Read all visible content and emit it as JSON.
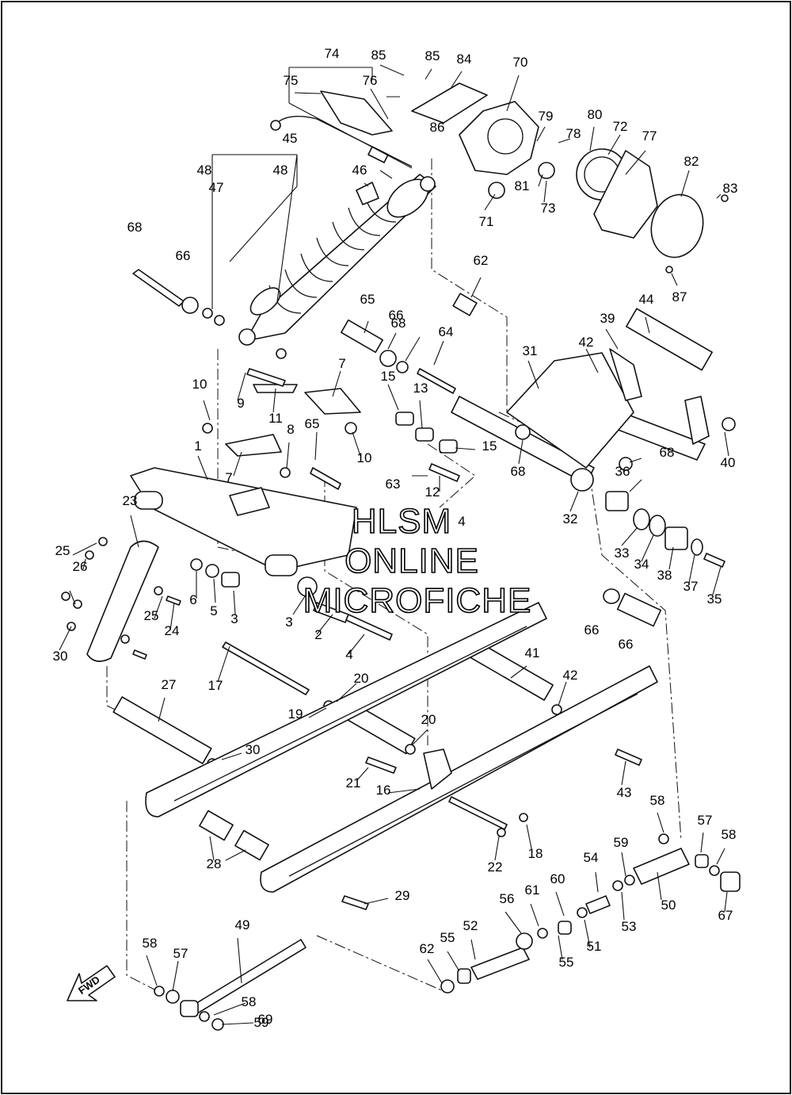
{
  "figure": {
    "type": "exploded parts diagram",
    "subject": "rear suspension",
    "background": "#ffffff",
    "line_color": "#111111"
  },
  "watermark": {
    "lines": [
      "HLSM",
      "ONLINE",
      "MICROFICHE"
    ]
  },
  "direction_marker": {
    "label": "FWD",
    "icon": "arrow-icon"
  },
  "callouts": [
    "1",
    "2",
    "3",
    "3",
    "4",
    "4",
    "5",
    "6",
    "7",
    "7",
    "8",
    "9",
    "10",
    "10",
    "11",
    "12",
    "13",
    "15",
    "15",
    "16",
    "17",
    "18",
    "19",
    "20",
    "20",
    "21",
    "22",
    "23",
    "24",
    "25",
    "25",
    "26",
    "27",
    "28",
    "29",
    "30",
    "30",
    "31",
    "32",
    "33",
    "34",
    "35",
    "36",
    "37",
    "38",
    "39",
    "40",
    "41",
    "42",
    "42",
    "43",
    "44",
    "45",
    "46",
    "47",
    "48",
    "48",
    "49",
    "50",
    "51",
    "52",
    "53",
    "54",
    "55",
    "55",
    "56",
    "57",
    "57",
    "58",
    "58",
    "58",
    "58",
    "59",
    "59",
    "60",
    "61",
    "62",
    "62",
    "63",
    "64",
    "65",
    "65",
    "66",
    "66",
    "66",
    "66",
    "67",
    "68",
    "68",
    "68",
    "68",
    "69",
    "70",
    "71",
    "72",
    "73",
    "74",
    "75",
    "76",
    "77",
    "78",
    "79",
    "80",
    "81",
    "82",
    "83",
    "84",
    "85",
    "85",
    "86",
    "87"
  ]
}
